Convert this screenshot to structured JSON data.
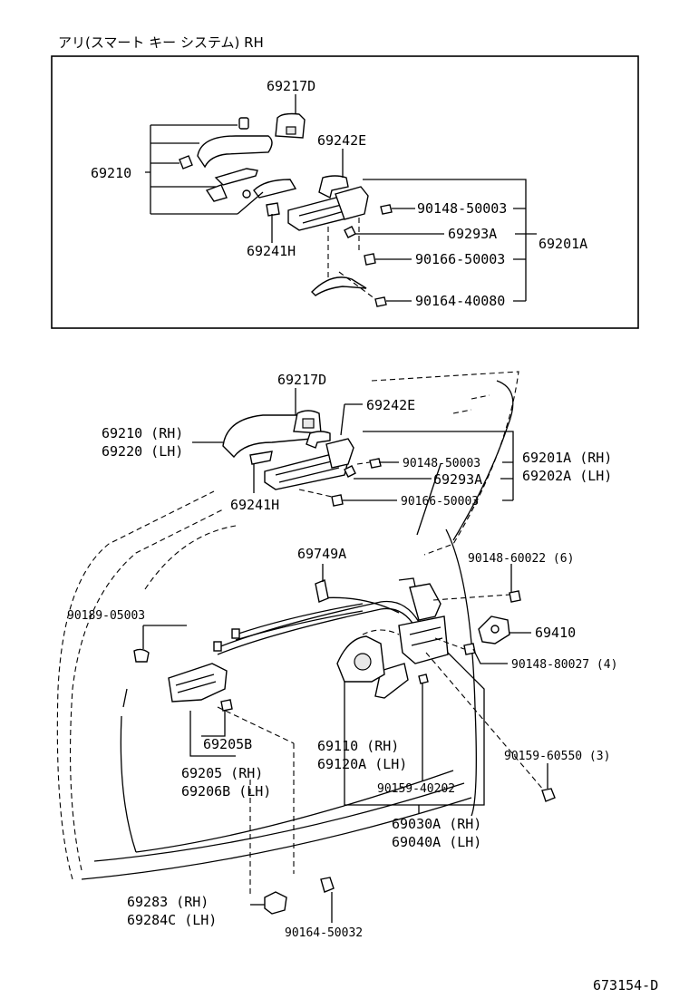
{
  "header": {
    "title": "アリ(スマート キー システム) RH"
  },
  "inset": {
    "labels": {
      "p69217D": "69217D",
      "p69242E": "69242E",
      "p69210": "69210",
      "p69241H": "69241H",
      "p90148_50003": "90148-50003",
      "p69293A": "69293A",
      "p90166_50003": "90166-50003",
      "p90164_40080": "90164-40080",
      "p69201A": "69201A"
    }
  },
  "main": {
    "labels": {
      "p69217D": "69217D",
      "p69242E": "69242E",
      "p69210": "69210 (RH)",
      "p69220": "69220 (LH)",
      "p69241H": "69241H",
      "p90148_50003": "90148-50003",
      "p69293A": "69293A",
      "p90166_50003": "90166-50003",
      "p69201A": "69201A (RH)",
      "p69202A": "69202A (LH)",
      "p69749A": "69749A",
      "p90148_60022": "90148-60022 (6)",
      "p90189_05003": "90189-05003",
      "p69410": "69410",
      "p90148_80027": "90148-80027 (4)",
      "p69205B": "69205B",
      "p69205": "69205  (RH)",
      "p69206B": "69206B (LH)",
      "p69110": "69110  (RH)",
      "p69120A": "69120A (LH)",
      "p90159_60550": "90159-60550 (3)",
      "p90159_40202": "90159-40202",
      "p69030A": "69030A (RH)",
      "p69040A": "69040A (LH)",
      "p69283": "69283  (RH)",
      "p69284C": "69284C (LH)",
      "p90164_50032": "90164-50032"
    }
  },
  "footer": {
    "code": "673154-D"
  }
}
